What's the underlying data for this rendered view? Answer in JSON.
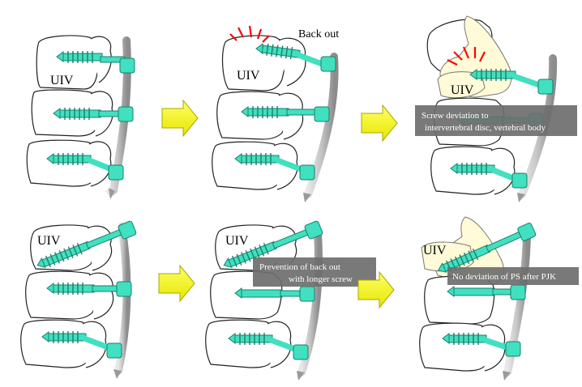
{
  "labels": {
    "uiv": "UIV",
    "back_out": "Back out",
    "screw_deviation_line1": "Screw deviation to",
    "screw_deviation_line2": "intervertebral disc, vertebral body",
    "prevention_line1": "Prevention of back out",
    "prevention_line2": "with longer screw",
    "no_deviation": "No deviation of PS after PJK"
  },
  "colors": {
    "screw": "#40e0c0",
    "screw_outline": "#1a7f6c",
    "rod": "#b8b8b8",
    "rod_dark": "#808080",
    "bone_fill": "#fffad8",
    "arrow": "#ffff00",
    "arrow_outline": "#a8a800",
    "callout_bg": "#6e6e6e",
    "burst": "#ff0000"
  },
  "icons": {
    "arrow": "right-arrow-icon",
    "burst": "impact-burst-icon"
  }
}
